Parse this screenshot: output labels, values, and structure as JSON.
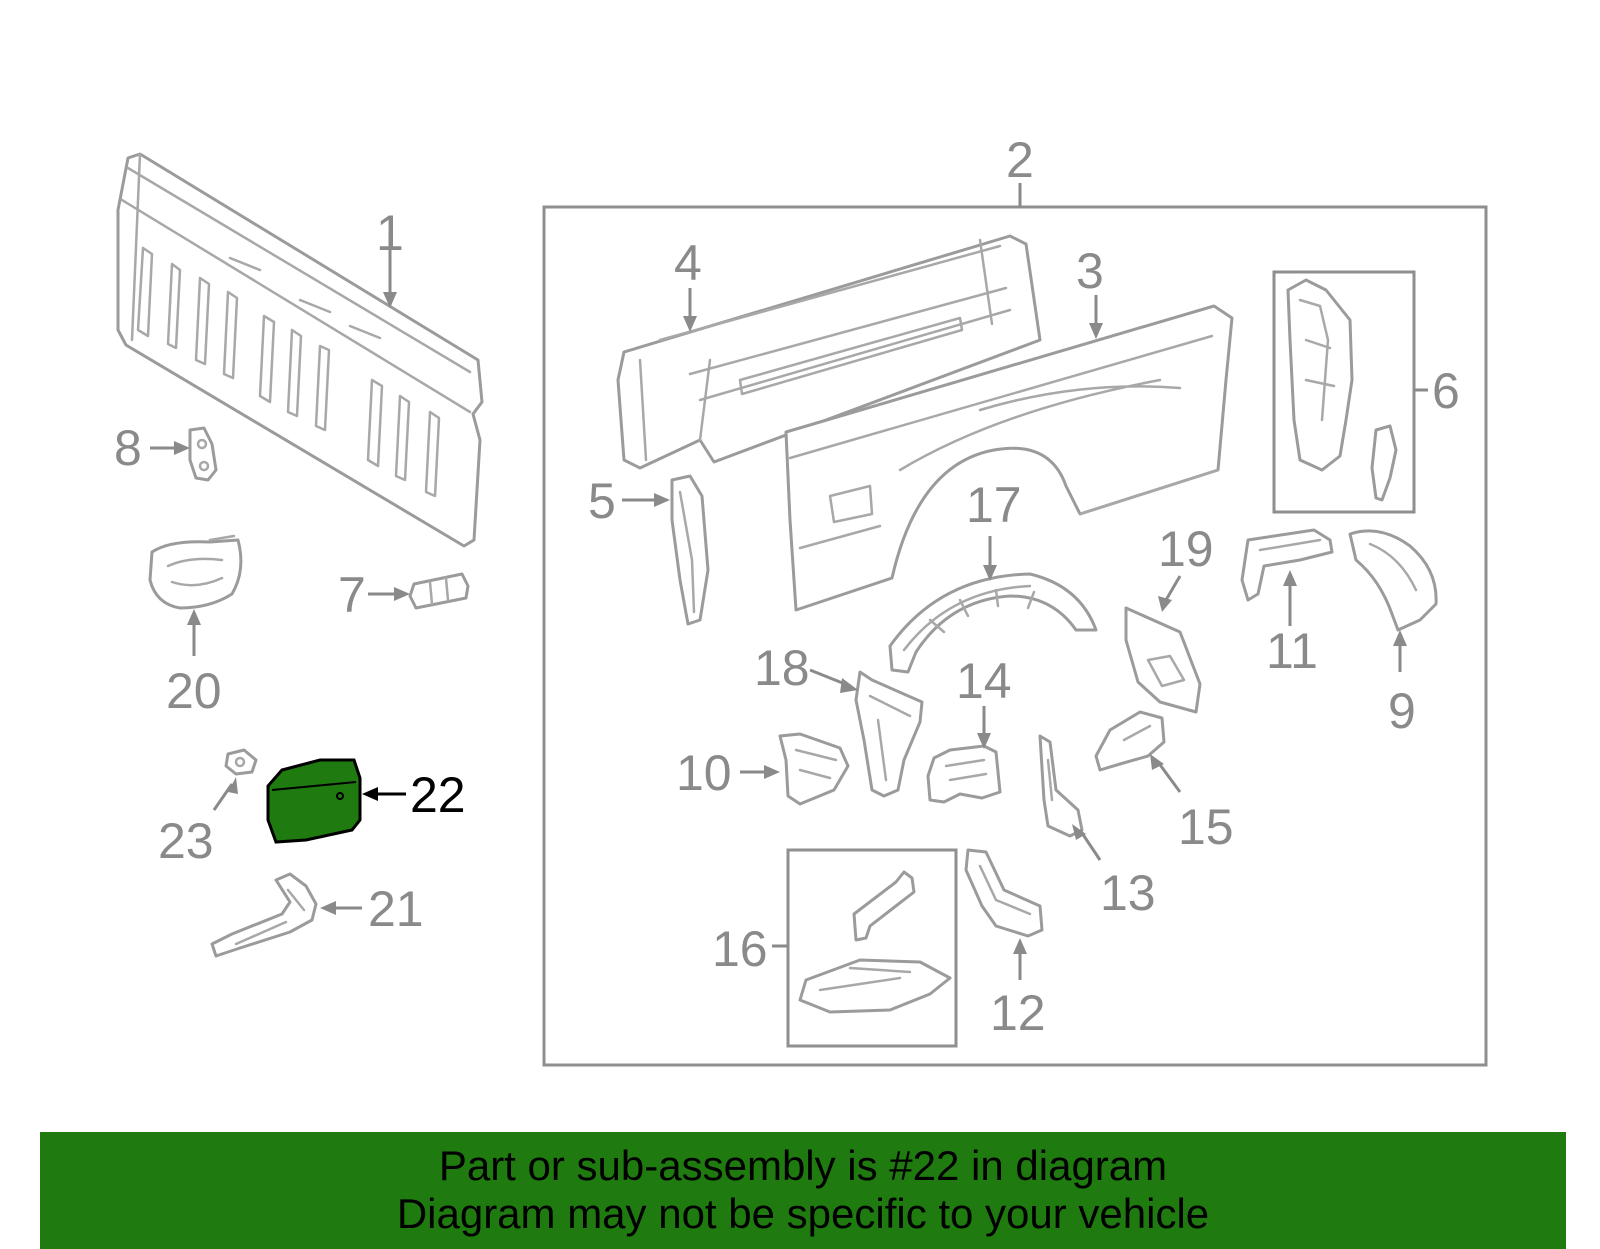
{
  "diagram": {
    "highlighted_part": "22",
    "labels": {
      "p1": "1",
      "p2": "2",
      "p3": "3",
      "p4": "4",
      "p5": "5",
      "p6": "6",
      "p7": "7",
      "p8": "8",
      "p9": "9",
      "p10": "10",
      "p11": "11",
      "p12": "12",
      "p13": "13",
      "p14": "14",
      "p15": "15",
      "p16": "16",
      "p17": "17",
      "p18": "18",
      "p19": "19",
      "p20": "20",
      "p21": "21",
      "p22": "22",
      "p23": "23"
    },
    "colors": {
      "highlight_fill": "#1f7a10",
      "line_gray": "#9b9b9b",
      "label_gray": "#8a8a8a"
    }
  },
  "banner": {
    "line1": "Part or sub-assembly is #22 in diagram",
    "line2": "Diagram may not be specific to your vehicle",
    "background": "#1f7a10"
  }
}
